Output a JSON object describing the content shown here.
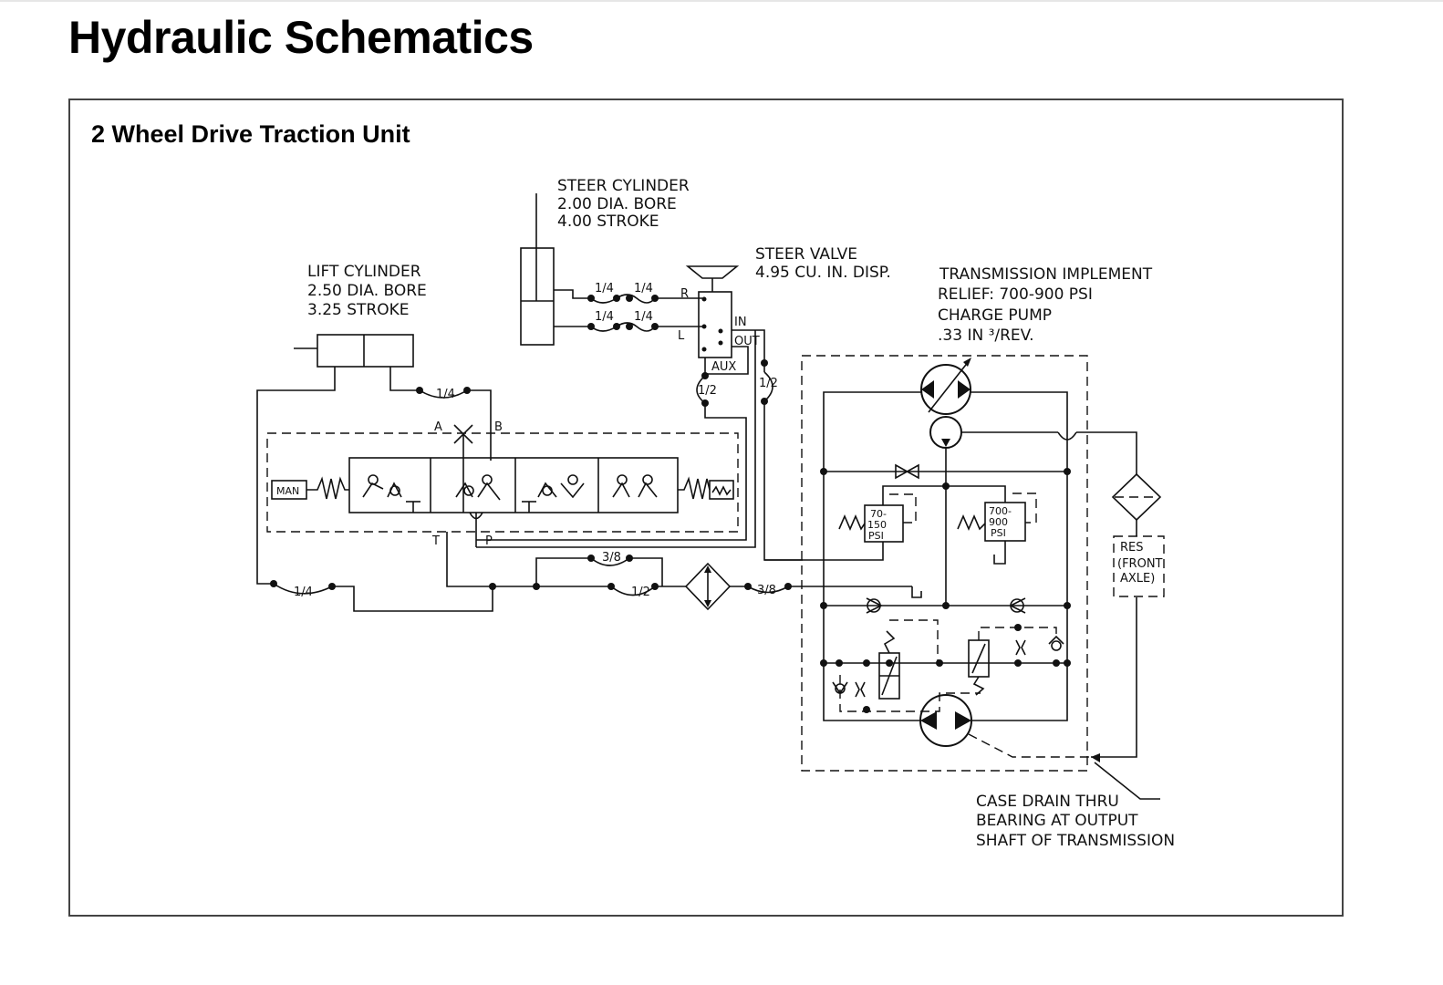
{
  "page": {
    "title": "Hydraulic Schematics"
  },
  "section": {
    "title": "2 Wheel Drive Traction Unit"
  },
  "labels": {
    "steer_cylinder": [
      "STEER CYLINDER",
      "2.00 DIA. BORE",
      "4.00 STROKE"
    ],
    "steer_valve": [
      "STEER VALVE",
      "4.95 CU. IN. DISP."
    ],
    "lift_cylinder": [
      "LIFT CYLINDER",
      "2.50 DIA. BORE",
      "3.25 STROKE"
    ],
    "transmission": [
      "TRANSMISSION IMPLEMENT",
      "RELIEF: 700-900 PSI",
      "CHARGE PUMP",
      ".33 IN ³/REV."
    ],
    "case_drain": [
      "CASE DRAIN  THRU",
      "BEARING AT OUTPUT",
      "SHAFT OF TRANSMISSION"
    ],
    "reservoir": [
      "RES",
      "(FRONT",
      "AXLE)"
    ],
    "ports": {
      "r": "R",
      "l": "L",
      "in": "IN",
      "out": "OUT",
      "aux": "AUX",
      "a": "A",
      "b": "B",
      "t": "T",
      "p": "P",
      "man": "MAN"
    },
    "relief_low": [
      "70-",
      "150",
      "PSI"
    ],
    "relief_high": [
      "700-",
      "900",
      "PSI"
    ],
    "hose_sizes": {
      "steer_r_1": "1/4",
      "steer_r_2": "1/4",
      "steer_l_1": "1/4",
      "steer_l_2": "1/4",
      "aux": "1/2",
      "out": "1/2",
      "lift": "1/4",
      "return": "1/4",
      "pressure_filter": "3/8",
      "main_return": "1/2",
      "trans_in": "3/8"
    }
  }
}
